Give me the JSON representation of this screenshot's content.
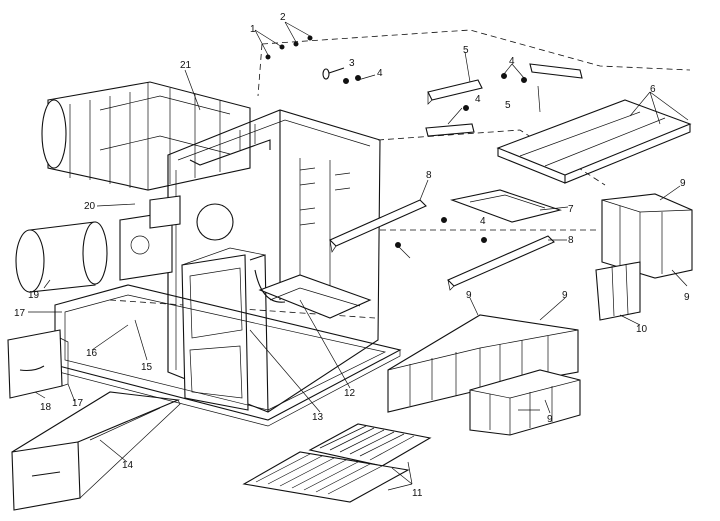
{
  "diagram": {
    "callouts": [
      "1",
      "2",
      "3",
      "4",
      "4",
      "4",
      "4",
      "5",
      "5",
      "6",
      "7",
      "8",
      "8",
      "9",
      "9",
      "9",
      "9",
      "9",
      "10",
      "11",
      "12",
      "13",
      "14",
      "15",
      "16",
      "17",
      "17",
      "18",
      "19",
      "20",
      "21"
    ]
  }
}
